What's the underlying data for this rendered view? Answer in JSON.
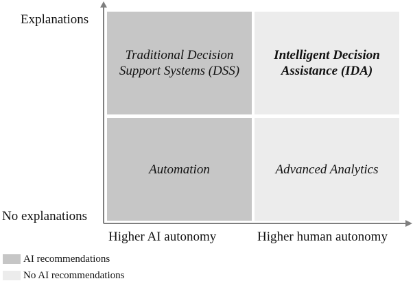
{
  "axes": {
    "y_top_label": "Explanations",
    "y_bottom_label": "No explanations",
    "x_left_label": "Higher AI autonomy",
    "x_right_label": "Higher human autonomy"
  },
  "quadrants": {
    "top_left": {
      "label": "Traditional Decision\nSupport Systems (DSS)",
      "category": "ai_recommendations"
    },
    "top_right": {
      "label": "Intelligent Decision\nAssistance (IDA)",
      "category": "no_ai_recommendations"
    },
    "bottom_left": {
      "label": "Automation",
      "category": "ai_recommendations"
    },
    "bottom_right": {
      "label": "Advanced Analytics",
      "category": "no_ai_recommendations"
    }
  },
  "legend": [
    {
      "label": "AI recommendations",
      "color": "#c6c6c6"
    },
    {
      "label": "No AI recommendations",
      "color": "#ececec"
    }
  ],
  "colors": {
    "ai_recommendations": "#c6c6c6",
    "no_ai_recommendations": "#ececec",
    "axis": "#7f7f7f"
  }
}
